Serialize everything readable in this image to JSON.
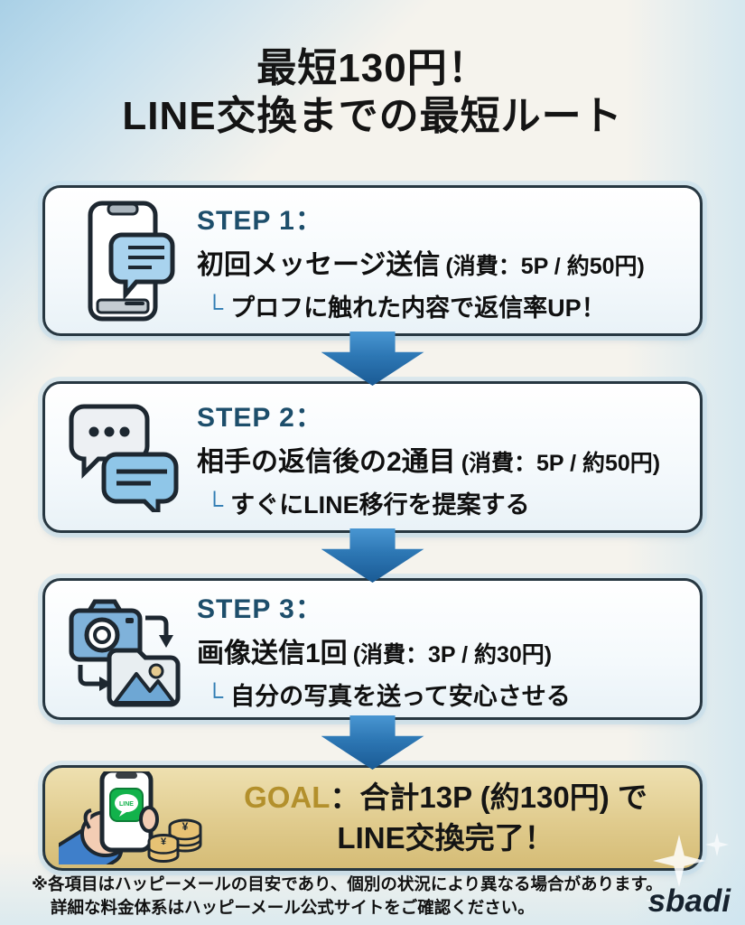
{
  "title": {
    "line1": "最短130円！",
    "line2": "LINE交換までの最短ルート"
  },
  "steps": [
    {
      "step_label": "STEP 1：",
      "action": "初回メッセージ送信",
      "cost": "(消費：5P / 約50円)",
      "branch_mark": "└",
      "tip": "プロフに触れた内容で返信率UP！",
      "icon": "phone-message-icon"
    },
    {
      "step_label": "STEP 2：",
      "action": "相手の返信後の2通目",
      "cost": "(消費：5P / 約50円)",
      "branch_mark": "└",
      "tip": "すぐにLINE移行を提案する",
      "icon": "chat-bubbles-icon"
    },
    {
      "step_label": "STEP 3：",
      "action": "画像送信1回",
      "cost": "(消費：3P / 約30円)",
      "branch_mark": "└",
      "tip": "自分の写真を送って安心させる",
      "icon": "camera-photo-icon"
    }
  ],
  "goal": {
    "label": "GOAL",
    "separator": "：",
    "line1": "合計13P (約130円) で",
    "line2": "LINE交換完了！",
    "icon": "hand-phone-line-coins-icon"
  },
  "footer": {
    "note_line1": "※各項目はハッピーメールの目安であり、個別の状況により異なる場合があります。",
    "note_line2": "詳細な料金体系はハッピーメール公式サイトをご確認ください。",
    "logo": "sbadi"
  },
  "colors": {
    "arrow_blue": "#2d77b4",
    "step_label": "#1d4e6b",
    "branch_mark": "#2f7cb3",
    "goal_gold": "#b3902c",
    "goal_bg": "#e0cb8d",
    "card_border": "#273741",
    "bg_triangle_blue": "#a9d0e6",
    "line_green": "#12b24b"
  }
}
